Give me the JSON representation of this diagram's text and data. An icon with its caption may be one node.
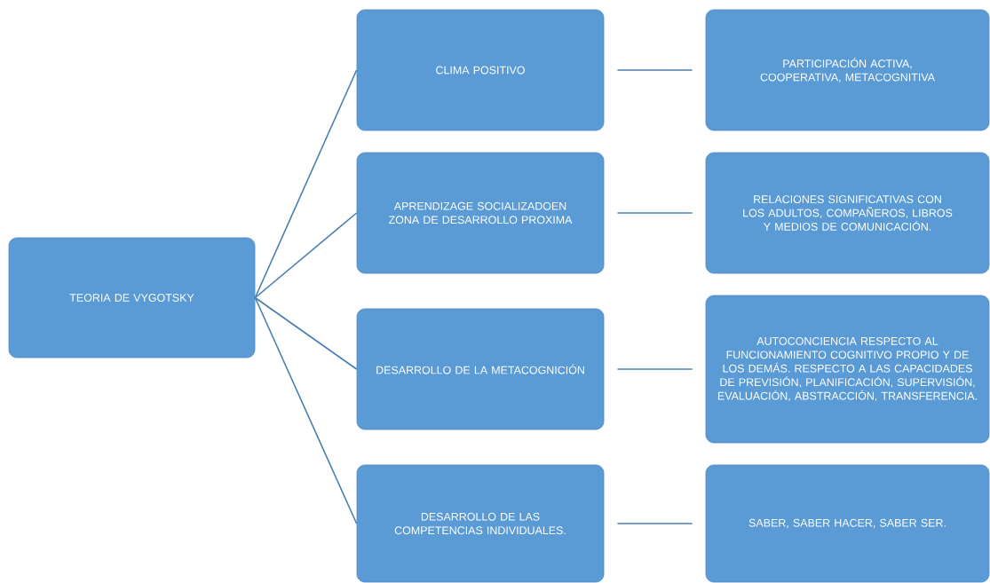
{
  "diagram": {
    "nodes": [
      {
        "text": [
          "TEORIA DE VYGOTSKY"
        ]
      },
      {
        "text": [
          "CLIMA POSITIVO"
        ]
      },
      {
        "text": [
          "APRENDIZAGE SOCIALIZADOEN ZONA DE DESARROLLO PROXIMA"
        ]
      },
      {
        "text": [
          "DESARROLLO DE LA METACOGNICIÓN"
        ]
      },
      {
        "text": [
          "DESARROLLO DE LAS COMPETENCIAS INDIVIDUALES."
        ]
      },
      {
        "text": [
          "PARTICIPACIÓN ACTIVA, COOPERATIVA, METACOGNITIVA"
        ]
      },
      {
        "text": [
          "RELACIONES SIGNIFICATIVAS CON LOS ADULTOS,  COMPAÑEROS, LIBROS Y MEDIOS DE COMUNICACIÓN."
        ]
      },
      {
        "text": [
          "AUTOCONCIENCIA RESPECTO AL FUNCIONAMIENTO COGNITIVO PROPIO Y DE LOS DEMÁS. RESPECTO A LAS CAPACIDADES DE PREVISIÓN, PLANIFICACIÓN,  SUPERVISIÓN, EVALUACIÓN, ABSTRACCIÓN, TRANSFERENCIA."
        ]
      },
      {
        "text": [
          "SABER, SABER HACER, SABER SER."
        ]
      }
    ],
    "edges": [
      {
        "from": 0,
        "to": 1,
        "arrow": "none"
      },
      {
        "from": 0,
        "to": 2,
        "arrow": "none"
      },
      {
        "from": 0,
        "to": 3,
        "arrow": "none"
      },
      {
        "from": 0,
        "to": 4,
        "arrow": "none"
      },
      {
        "from": 1,
        "to": 5,
        "arrow": "none"
      },
      {
        "from": 2,
        "to": 6,
        "arrow": "none"
      },
      {
        "from": 3,
        "to": 7,
        "arrow": "none"
      },
      {
        "from": 4,
        "to": 8,
        "arrow": "none"
      }
    ]
  }
}
